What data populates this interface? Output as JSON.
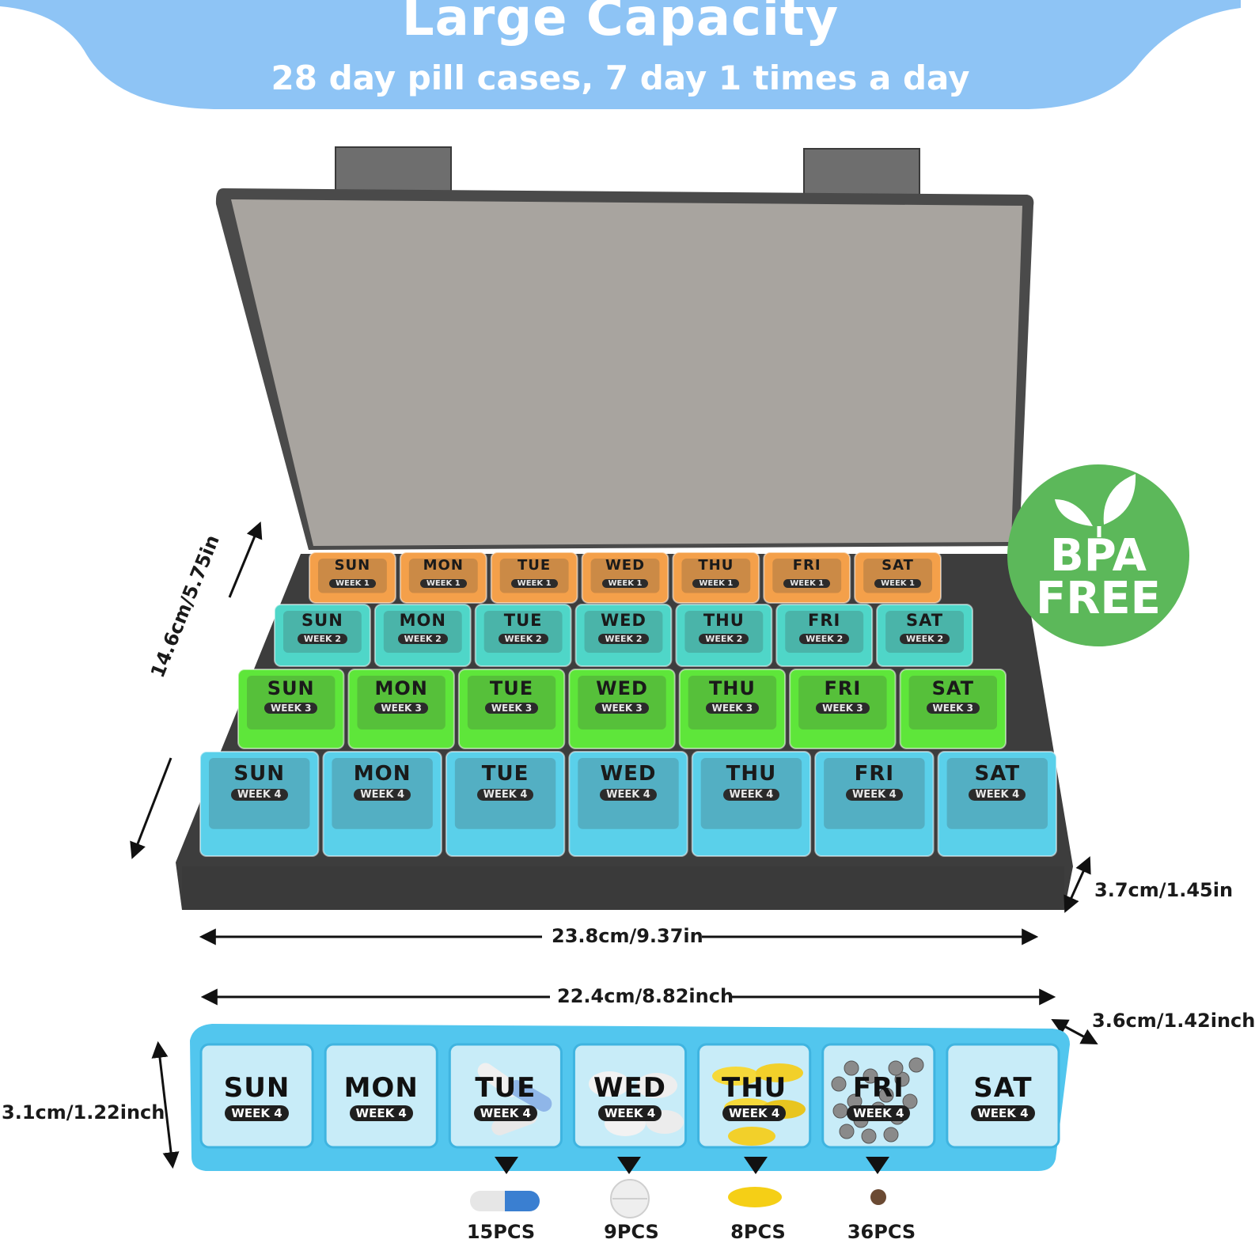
{
  "banner": {
    "title": "Large Capacity",
    "subtitle": "28 day pill cases, 7 day 1 times a day",
    "color": "#8ec4f5"
  },
  "case": {
    "rows": [
      {
        "week": "WEEK 1",
        "color": "#f4a04a"
      },
      {
        "week": "WEEK 2",
        "color": "#4fd6c8"
      },
      {
        "week": "WEEK 3",
        "color": "#5ee63a"
      },
      {
        "week": "WEEK 4",
        "color": "#5ad0ea"
      }
    ],
    "days": [
      "SUN",
      "MON",
      "TUE",
      "WED",
      "THU",
      "FRI",
      "SAT"
    ]
  },
  "badge": {
    "line1": "BPA",
    "line2": "FREE",
    "icon": "leaf-icon",
    "color": "#5cb85a"
  },
  "dimensions": {
    "depth": "14.6cm/5.75in",
    "height": "3.7cm/1.45in",
    "width": "23.8cm/9.37in",
    "strip_width": "22.4cm/8.82inch",
    "strip_depth": "3.6cm/1.42inch",
    "strip_height": "3.1cm/1.22inch"
  },
  "strip": {
    "week": "WEEK 4",
    "days": [
      "SUN",
      "MON",
      "TUE",
      "WED",
      "THU",
      "FRI",
      "SAT"
    ]
  },
  "capacity": [
    {
      "count": "15PCS",
      "pill": "capsule-pill-icon"
    },
    {
      "count": "9PCS",
      "pill": "round-tablet-icon"
    },
    {
      "count": "8PCS",
      "pill": "softgel-pill-icon"
    },
    {
      "count": "36PCS",
      "pill": "small-bead-pill-icon"
    }
  ]
}
